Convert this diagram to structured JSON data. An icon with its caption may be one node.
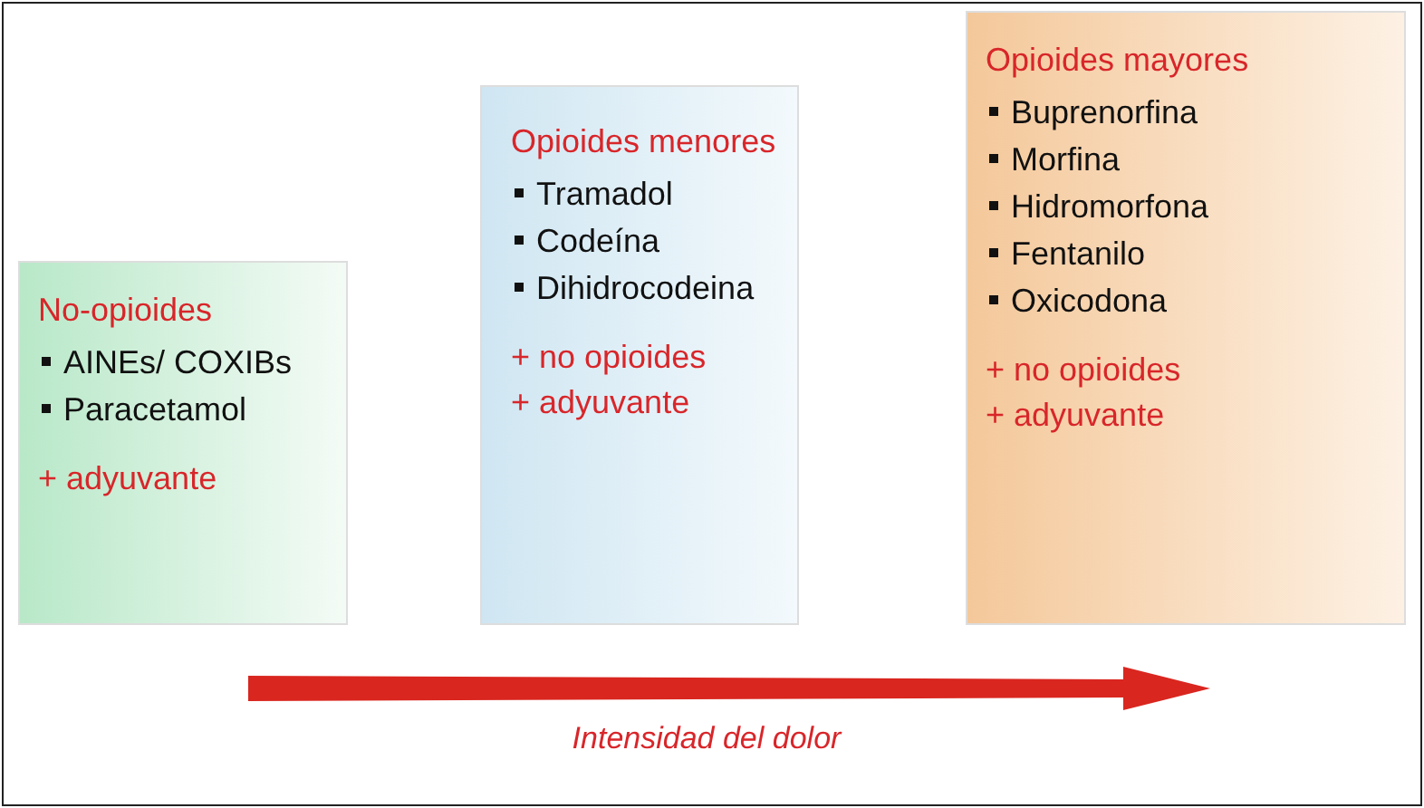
{
  "diagram": {
    "nodes": [
      {
        "text": [
          "No-opioides",
          "AINEs/ COXIBs",
          "Paracetamol",
          "+ adyuvante"
        ]
      },
      {
        "text": [
          "Opioides menores",
          "Tramadol",
          "Codeína",
          "Dihidrocodeina",
          "+ no opioides",
          "+ adyuvante"
        ]
      },
      {
        "text": [
          "Opioides mayores",
          "Buprenorfina",
          "Morfina",
          "Hidromorfona",
          "Fentanilo",
          "Oxicodona",
          "+ no opioides",
          "+ adyuvante"
        ]
      }
    ],
    "edges": [],
    "labels": [
      "Intensidad del dolor"
    ]
  }
}
